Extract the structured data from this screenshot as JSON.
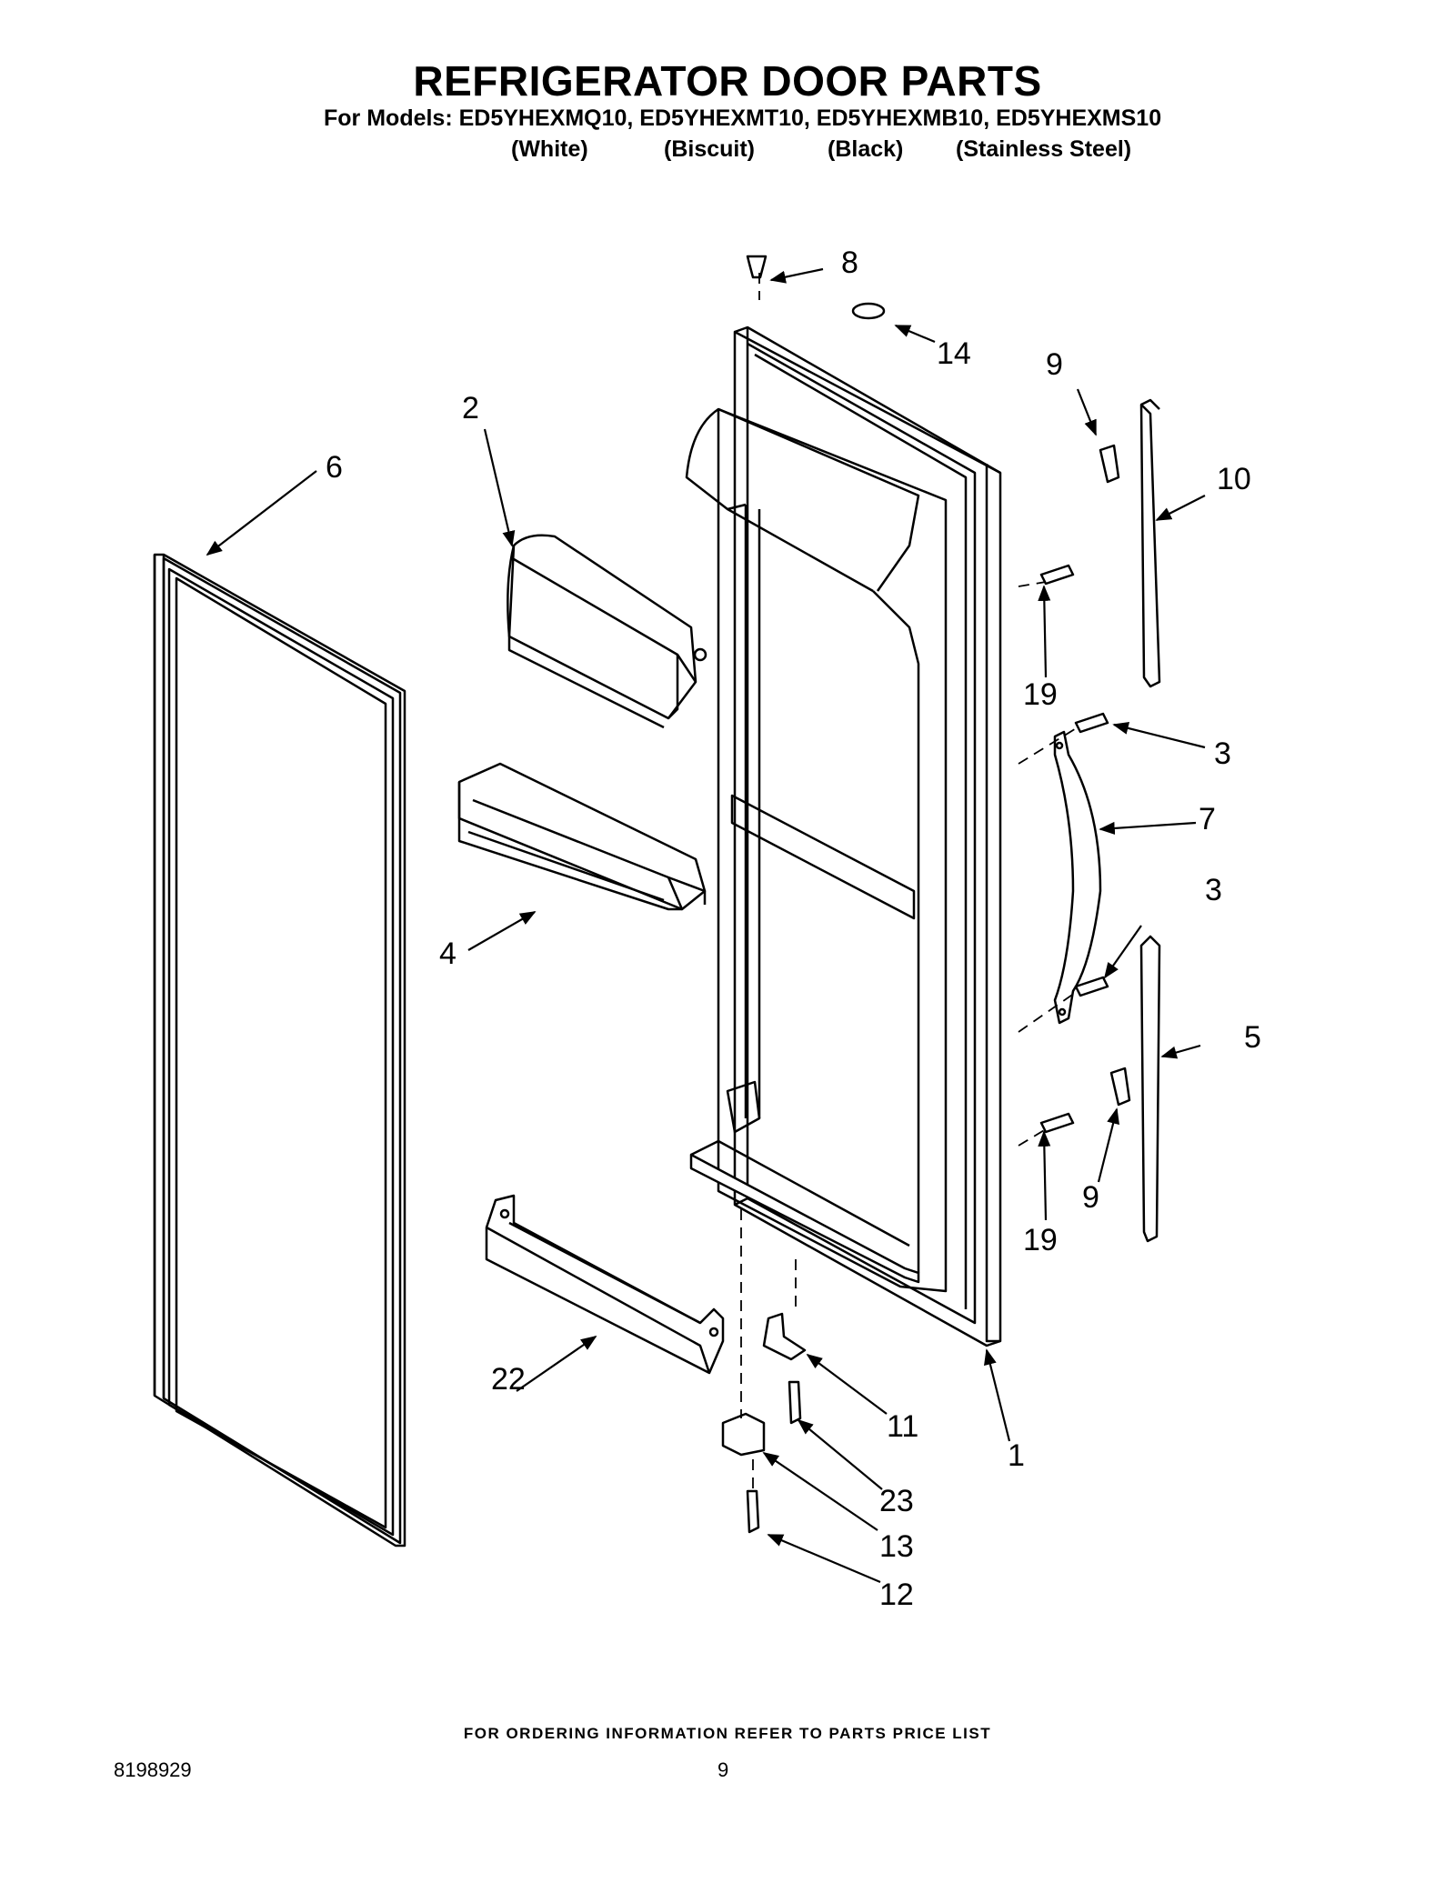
{
  "title": "REFRIGERATOR DOOR PARTS",
  "models_line": "For Models: ED5YHEXMQ10, ED5YHEXMT10, ED5YHEXMB10, ED5YHEXMS10",
  "variants": [
    "(White)",
    "(Biscuit)",
    "(Black)",
    "(Stainless Steel)"
  ],
  "callouts": {
    "c1": "1",
    "c2": "2",
    "c3a": "3",
    "c3b": "3",
    "c4": "4",
    "c5": "5",
    "c6": "6",
    "c7": "7",
    "c8": "8",
    "c9a": "9",
    "c9b": "9",
    "c10": "10",
    "c11": "11",
    "c12": "12",
    "c13": "13",
    "c14": "14",
    "c19a": "19",
    "c19b": "19",
    "c22": "22",
    "c23": "23"
  },
  "footer": {
    "note": "FOR ORDERING INFORMATION REFER TO PARTS PRICE LIST",
    "doc_number": "8198929",
    "page_number": "9"
  }
}
